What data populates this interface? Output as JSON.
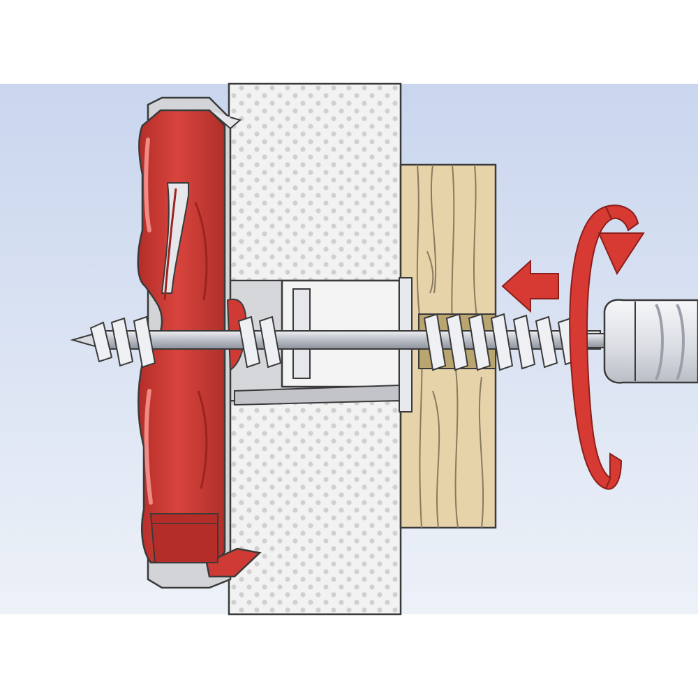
{
  "illustration": {
    "kind": "installation-step",
    "components": [
      {
        "id": "board",
        "icon": "drywall-board-icon"
      },
      {
        "id": "plug",
        "icon": "wall-plug-icon"
      },
      {
        "id": "screw",
        "icon": "screw-icon"
      },
      {
        "id": "wood",
        "icon": "wooden-fixture-icon"
      },
      {
        "id": "screwdriver",
        "icon": "screwdriver-icon"
      },
      {
        "id": "push",
        "icon": "push-arrow-icon"
      },
      {
        "id": "rotate",
        "icon": "rotation-arrow-icon"
      }
    ],
    "colors": {
      "background_top": "#c9d6ee",
      "background_bottom": "#ecf0f8",
      "board": "#f1f1f1",
      "board_dots": "#cfcfcf",
      "plug_red": "#cf3a34",
      "plug_red_dark": "#9c2420",
      "plug_red_light": "#e8716a",
      "frame_gray": "#d4d4d8",
      "screw_metal": "#c8cbd2",
      "wood": "#e6d2a8",
      "wood_grain": "#8a7a5e",
      "arrow_red": "#d73a32",
      "handle": "#e4e6ea",
      "outline": "#3a3a3a"
    }
  }
}
